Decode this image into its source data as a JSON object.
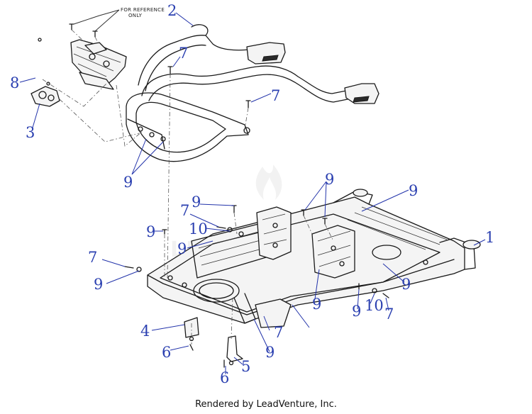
{
  "diagram": {
    "reference_note": [
      "FOR REFERENCE",
      "ONLY"
    ],
    "callouts": [
      "2",
      "7",
      "8",
      "3",
      "7",
      "9",
      "9",
      "9",
      "1",
      "7",
      "9",
      "10",
      "9",
      "9",
      "7",
      "9",
      "10",
      "7",
      "9",
      "9",
      "9",
      "4",
      "7",
      "9",
      "6",
      "5",
      "6"
    ]
  },
  "footer": {
    "credit": "Rendered by LeadVenture, Inc."
  }
}
